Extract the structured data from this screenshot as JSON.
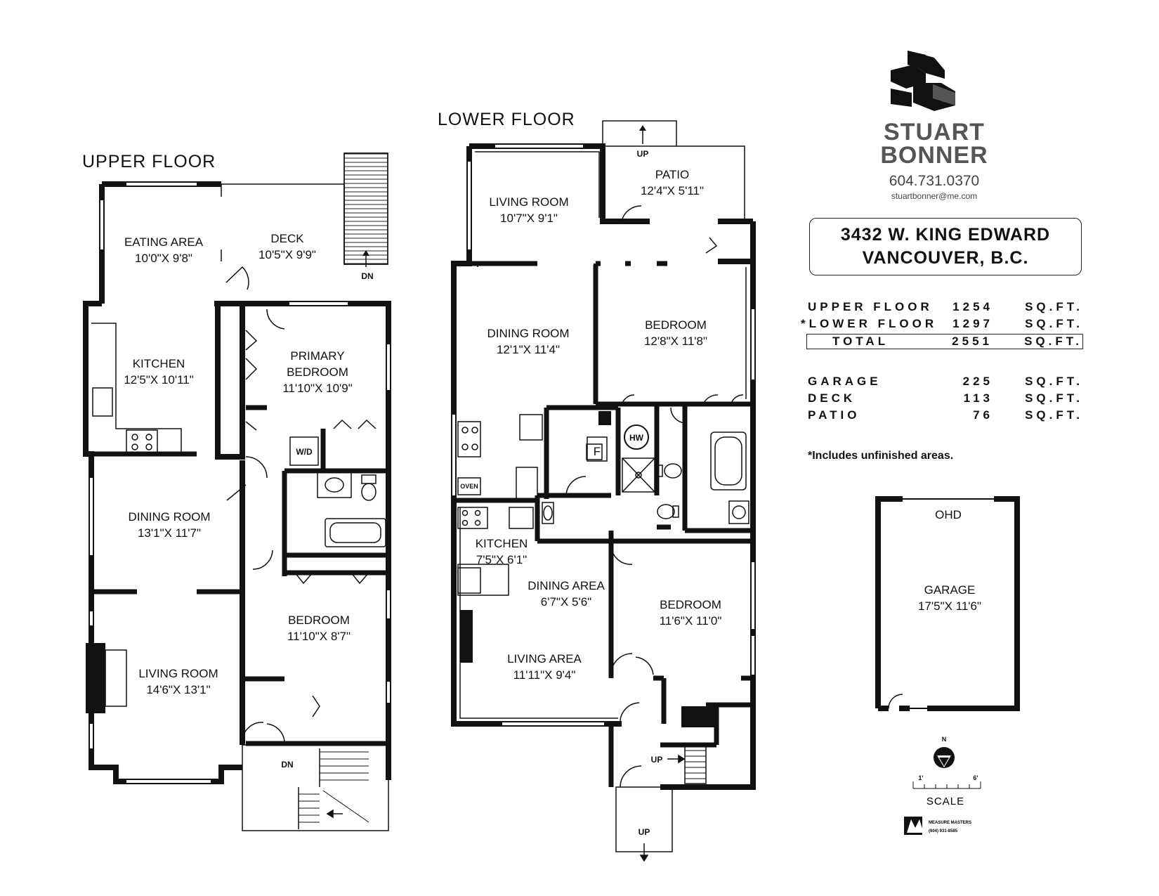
{
  "upper_floor": {
    "title": "UPPER FLOOR",
    "rooms": [
      {
        "name": "EATING AREA",
        "dims": "10'0\"X 9'8\""
      },
      {
        "name": "DECK",
        "dims": "10'5\"X 9'9\""
      },
      {
        "name": "KITCHEN",
        "dims": "12'5\"X 10'11\""
      },
      {
        "name": "PRIMARY",
        "name2": "BEDROOM",
        "dims": "11'10\"X 10'9\""
      },
      {
        "name": "DINING ROOM",
        "dims": "13'1\"X 11'7\""
      },
      {
        "name": "BEDROOM",
        "dims": "11'10\"X 8'7\""
      },
      {
        "name": "LIVING ROOM",
        "dims": "14'6\"X 13'1\""
      }
    ],
    "labels": {
      "dn_deck": "DN",
      "dn_stairs": "DN",
      "wd": "W/D"
    }
  },
  "lower_floor": {
    "title": "LOWER FLOOR",
    "rooms": [
      {
        "name": "PATIO",
        "dims": "12'4\"X 5'11\""
      },
      {
        "name": "LIVING ROOM",
        "dims": "10'7\"X 9'1\""
      },
      {
        "name": "DINING ROOM",
        "dims": "12'1\"X 11'4\""
      },
      {
        "name": "BEDROOM",
        "dims": "12'8\"X 11'8\""
      },
      {
        "name": "KITCHEN",
        "dims": "7'5\"X 6'1\""
      },
      {
        "name": "DINING AREA",
        "dims": "6'7\"X 5'6\""
      },
      {
        "name": "BEDROOM",
        "dims": "11'6\"X 11'0\""
      },
      {
        "name": "LIVING AREA",
        "dims": "11'11\"X 9'4\""
      }
    ],
    "labels": {
      "up_patio": "UP",
      "up_stairs": "UP",
      "up_entry": "UP",
      "hw": "HW",
      "furnace": "F",
      "oven": "OVEN"
    }
  },
  "garage": {
    "name": "GARAGE",
    "dims": "17'5\"X 11'6\"",
    "door": "OHD"
  },
  "brand": {
    "name_line1": "STUART",
    "name_line2": "BONNER",
    "phone": "604.731.0370",
    "email": "stuartbonner@me.com",
    "logo_icon": "stacked-s-logo-icon"
  },
  "address": {
    "line1": "3432 W. KING EDWARD",
    "line2": "VANCOUVER, B.C."
  },
  "areas": [
    {
      "label": "UPPER FLOOR",
      "value": "1254",
      "unit": "SQ.FT."
    },
    {
      "label": "*LOWER FLOOR",
      "value": "1297",
      "unit": "SQ.FT."
    },
    {
      "label": "TOTAL",
      "value": "2551",
      "unit": "SQ.FT."
    },
    {
      "label": "GARAGE",
      "value": "225",
      "unit": "SQ.FT."
    },
    {
      "label": "DECK",
      "value": "113",
      "unit": "SQ.FT."
    },
    {
      "label": "PATIO",
      "value": "76",
      "unit": "SQ.FT."
    }
  ],
  "note": "*Includes unfinished areas.",
  "compass": {
    "label": "N",
    "icon": "north-arrow-icon"
  },
  "scale": {
    "label": "SCALE",
    "start": "1'",
    "end": "6'"
  },
  "measure": {
    "brand": "MEASURE MASTERS",
    "phone": "(604) 931-8585"
  },
  "colors": {
    "wall": "#111111",
    "line": "#222222",
    "brand_gray": "#555555"
  }
}
